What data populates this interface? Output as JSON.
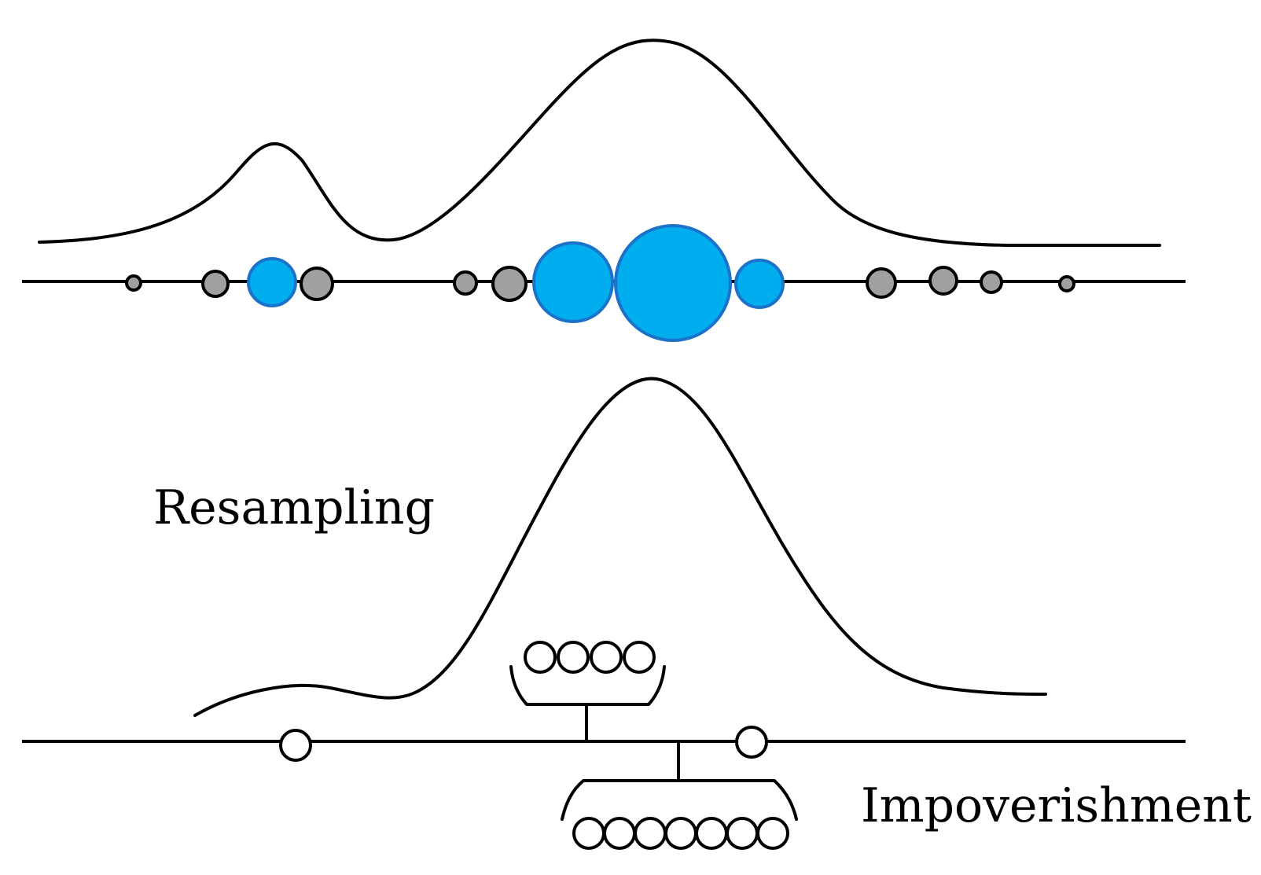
{
  "labels": {
    "resampling": "Resampling",
    "impoverishment": "Impoverishment"
  },
  "colors": {
    "line": "#000000",
    "weighted_particle_fill": "#00AEEF",
    "weighted_particle_stroke": "#1A73C8",
    "low_weight_particle_fill": "#A0A0A0",
    "resampled_particle_fill": "#FFFFFF"
  },
  "top_panel": {
    "description_kind": "prior/likelihood curve with weighted particles",
    "particles": [
      {
        "type": "low",
        "weight": 1
      },
      {
        "type": "low",
        "weight": 2
      },
      {
        "type": "high",
        "weight": 3
      },
      {
        "type": "low",
        "weight": 2
      },
      {
        "type": "low",
        "weight": 1.5
      },
      {
        "type": "low",
        "weight": 2
      },
      {
        "type": "high",
        "weight": 5
      },
      {
        "type": "high",
        "weight": 7
      },
      {
        "type": "high",
        "weight": 3
      },
      {
        "type": "low",
        "weight": 2
      },
      {
        "type": "low",
        "weight": 1.8
      },
      {
        "type": "low",
        "weight": 1.4
      },
      {
        "type": "low",
        "weight": 1
      }
    ]
  },
  "bottom_panel": {
    "survivor_count": 2,
    "upper_cluster_count": 4,
    "lower_cluster_count": 7
  }
}
